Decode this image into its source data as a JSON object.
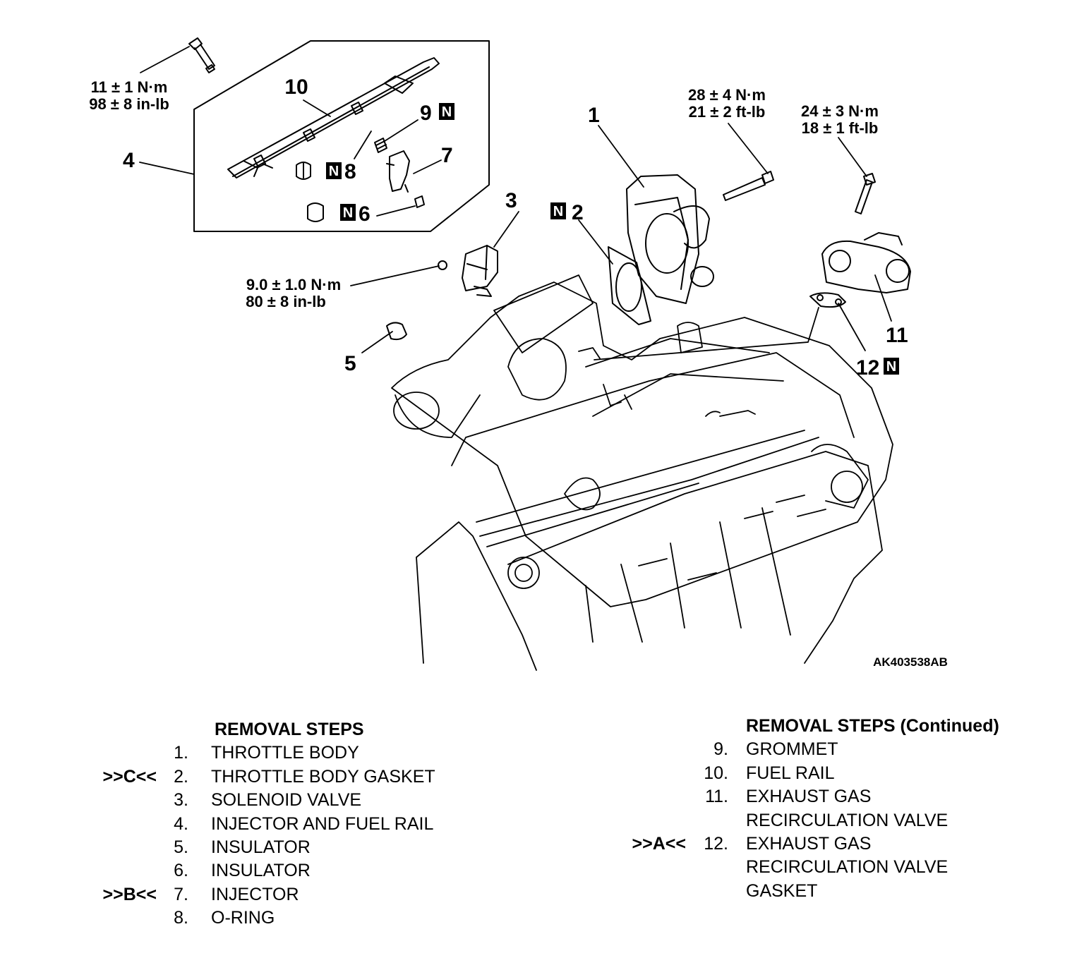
{
  "diagram": {
    "code": "AK403538AB",
    "new_part_mark": "N",
    "callouts": {
      "c1": "1",
      "c2": "2",
      "c3": "3",
      "c4": "4",
      "c5": "5",
      "c6": "6",
      "c7": "7",
      "c8": "8",
      "c9": "9",
      "c10": "10",
      "c11": "11",
      "c12": "12"
    },
    "torques": {
      "rail_bolt": [
        "11 ± 1 N·m",
        "98 ± 8 in-lb"
      ],
      "throttle_bolt": [
        "28 ± 4 N·m",
        "21 ± 2 ft-lb"
      ],
      "egr_bolt": [
        "24 ± 3 N·m",
        "18 ± 1 ft-lb"
      ],
      "solenoid_bolt": [
        "9.0 ± 1.0 N·m",
        "80 ± 8 in-lb"
      ]
    }
  },
  "removal_steps": {
    "title": "REMOVAL STEPS",
    "items": [
      {
        "num": "1.",
        "mark": "",
        "text": "THROTTLE BODY"
      },
      {
        "num": "2.",
        "mark": ">>C<<",
        "text": "THROTTLE BODY GASKET"
      },
      {
        "num": "3.",
        "mark": "",
        "text": "SOLENOID VALVE"
      },
      {
        "num": "4.",
        "mark": "",
        "text": "INJECTOR AND FUEL RAIL"
      },
      {
        "num": "5.",
        "mark": "",
        "text": "INSULATOR"
      },
      {
        "num": "6.",
        "mark": "",
        "text": "INSULATOR"
      },
      {
        "num": "7.",
        "mark": ">>B<<",
        "text": "INJECTOR"
      },
      {
        "num": "8.",
        "mark": "",
        "text": "O-RING"
      }
    ]
  },
  "removal_steps_continued": {
    "title": "REMOVAL STEPS (Continued)",
    "items": [
      {
        "num": "9.",
        "mark": "",
        "text": "GROMMET"
      },
      {
        "num": "10.",
        "mark": "",
        "text": "FUEL RAIL"
      },
      {
        "num": "11.",
        "mark": "",
        "text": "EXHAUST GAS"
      },
      {
        "num": "",
        "mark": "",
        "text": "RECIRCULATION VALVE"
      },
      {
        "num": "12.",
        "mark": ">>A<<",
        "text": "EXHAUST GAS"
      },
      {
        "num": "",
        "mark": "",
        "text": "RECIRCULATION VALVE"
      },
      {
        "num": "",
        "mark": "",
        "text": "GASKET"
      }
    ]
  }
}
